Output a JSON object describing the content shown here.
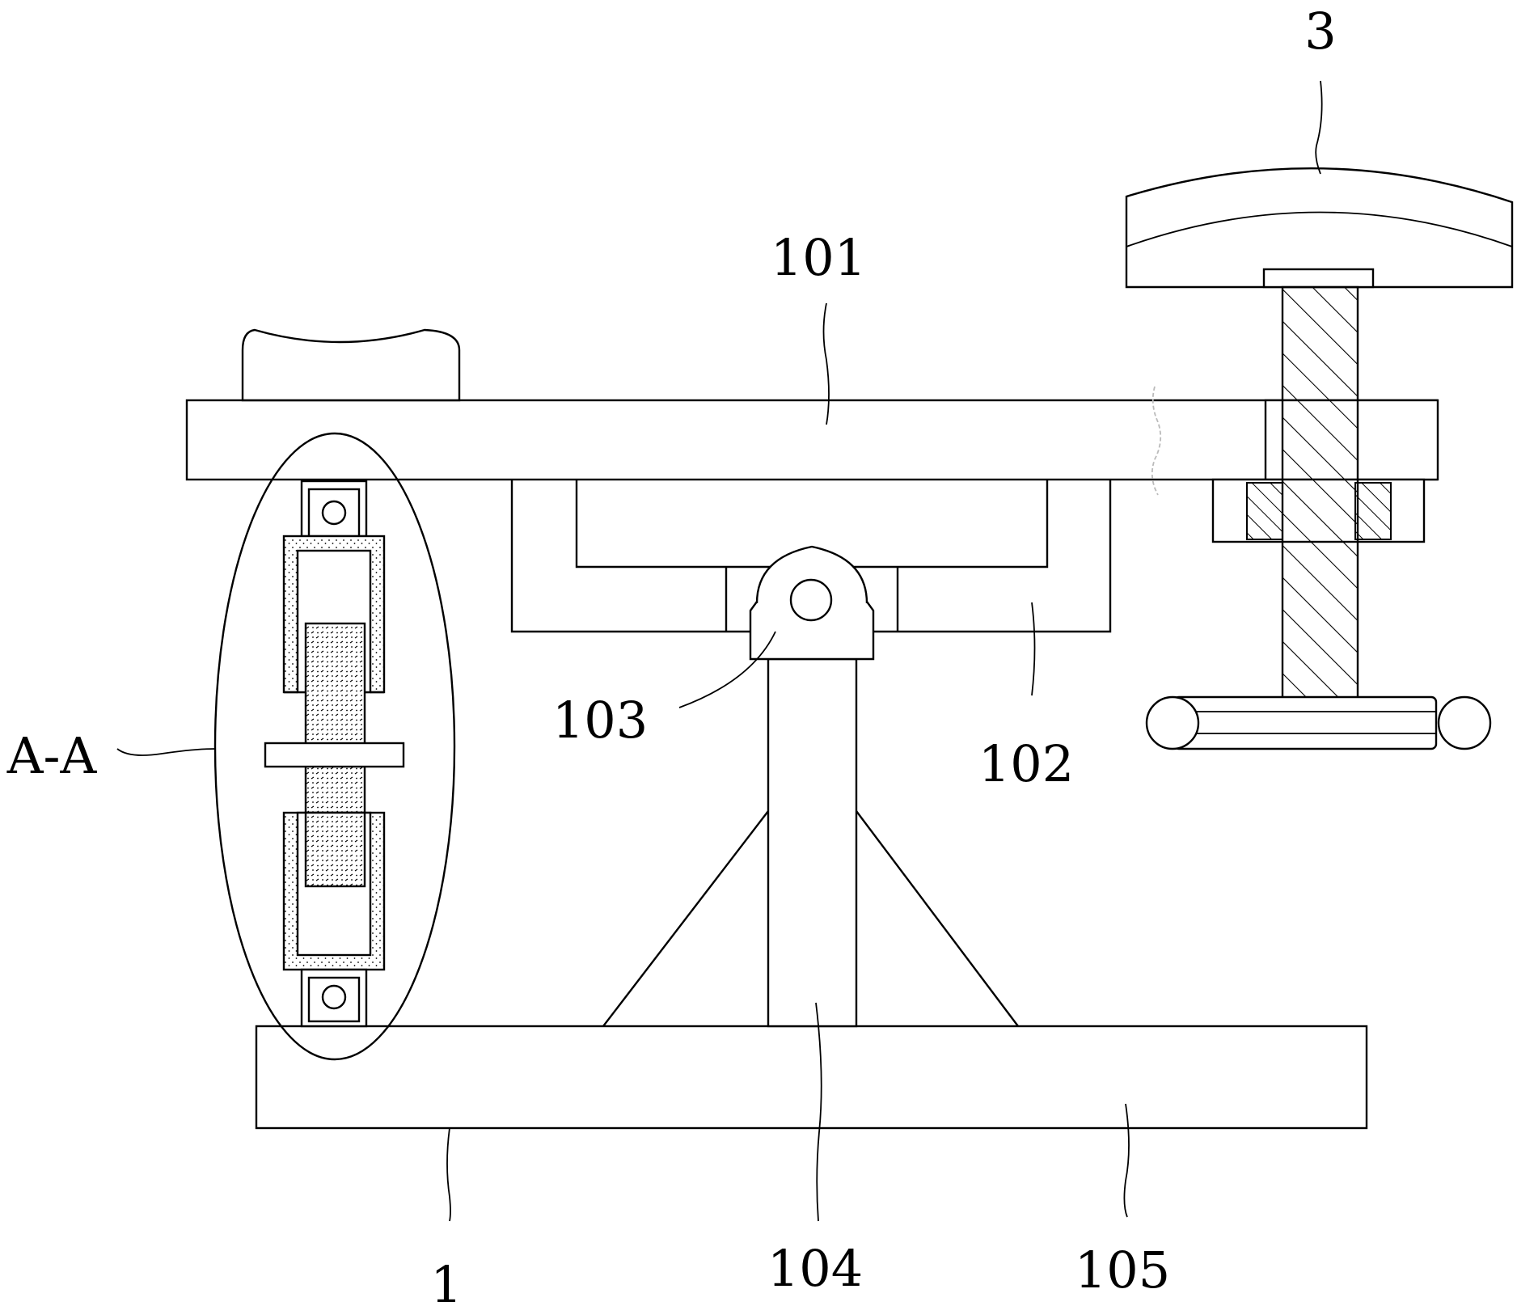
{
  "labels": {
    "part_3": "3",
    "part_101": "101",
    "part_102": "102",
    "part_103": "103",
    "part_104": "104",
    "part_105": "105",
    "part_1": "1",
    "section_aa": "A-A"
  }
}
